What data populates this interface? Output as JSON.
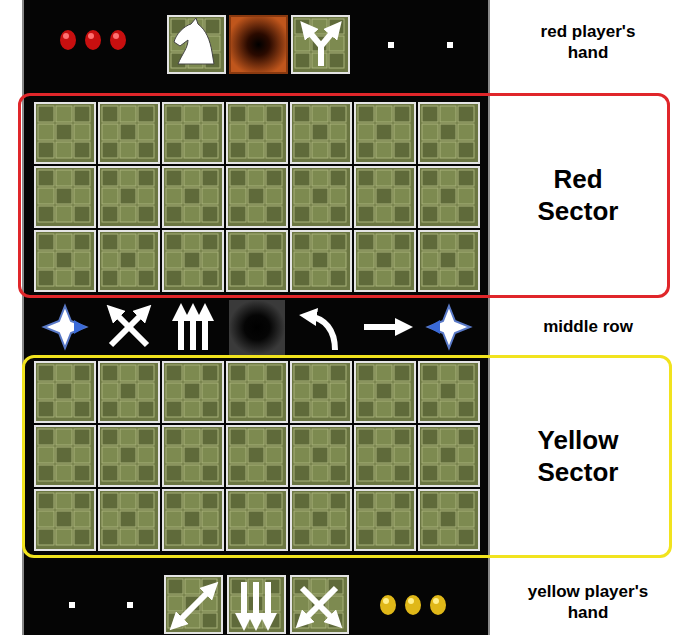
{
  "diagram": {
    "nodes": [
      {
        "text": [
          "Red Sector"
        ]
      },
      {
        "text": [
          "Yellow Sector"
        ]
      }
    ],
    "labels": [
      "red player's hand",
      "middle row",
      "yellow player's hand"
    ]
  }
}
